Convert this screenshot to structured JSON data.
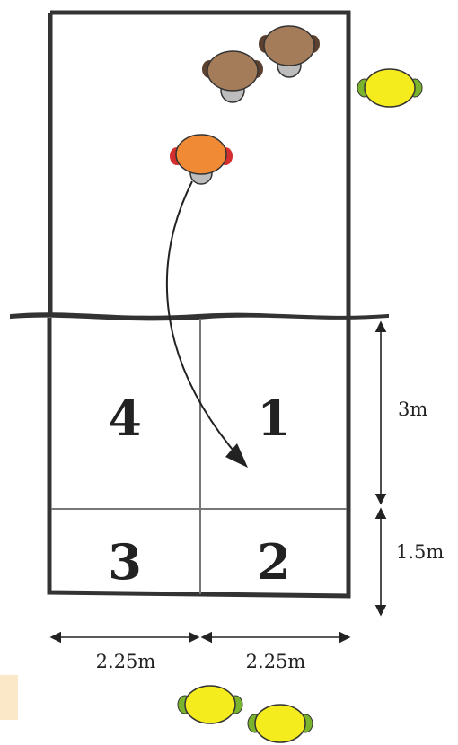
{
  "colors": {
    "court_line": "#333333",
    "inner_line": "#777777",
    "net": "#333333",
    "player_tan": "#a57c5a",
    "player_orange": "#f08a34",
    "player_yellow": "#f5ec1e",
    "player_head": "#bdbdbd",
    "hand_dark": "#5b4030",
    "hand_red": "#d32f2f",
    "hand_green": "#7ab32e",
    "note_bg": "#fbe8c8"
  },
  "zones": {
    "z1": "1",
    "z2": "2",
    "z3": "3",
    "z4": "4"
  },
  "dimensions": {
    "front_depth": "3m",
    "back_depth": "1.5m",
    "left_width": "2.25m",
    "right_width": "2.25m"
  },
  "icons": {
    "arrow": "curved-arrow-icon",
    "player": "player-topdown-icon"
  }
}
